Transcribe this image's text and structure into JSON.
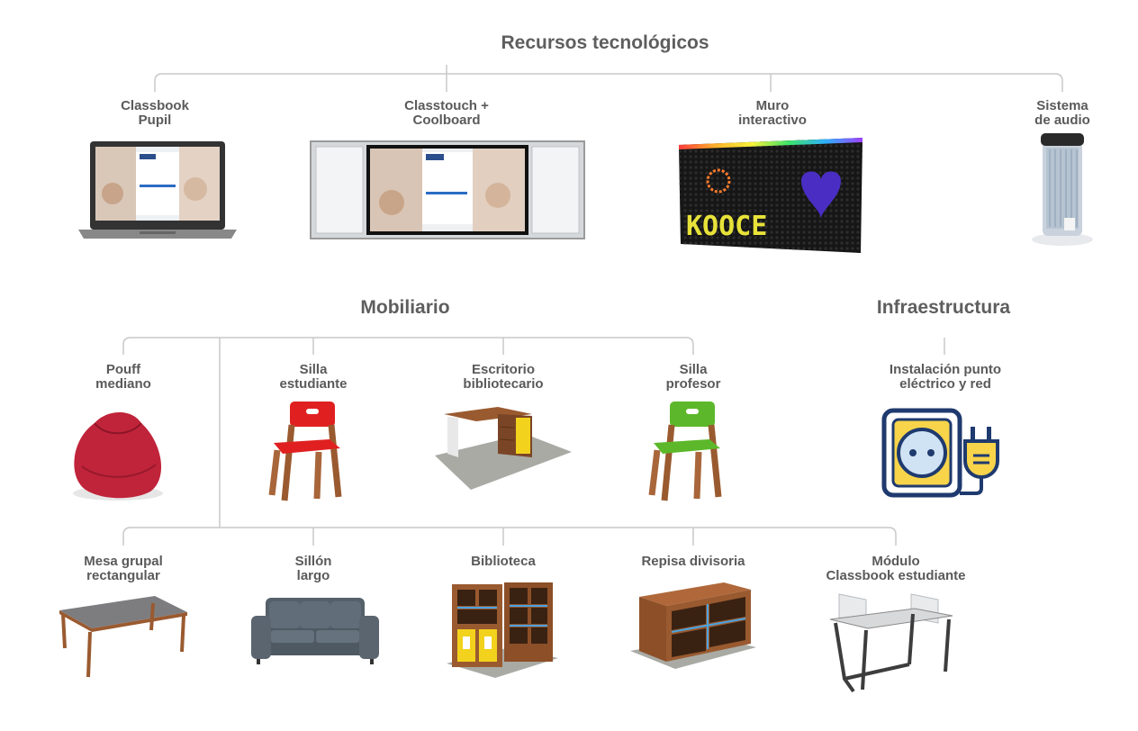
{
  "sections": {
    "tech": {
      "title": "Recursos tecnológicos"
    },
    "furniture": {
      "title": "Mobiliario"
    },
    "infra": {
      "title": "Infraestructura"
    }
  },
  "tech_items": [
    {
      "label": "Classbook\nPupil",
      "icon": "laptop-icon"
    },
    {
      "label": "Classtouch +\nCoolboard",
      "icon": "interactive-board-icon"
    },
    {
      "label": "Muro\ninteractivo",
      "icon": "led-wall-icon"
    },
    {
      "label": "Sistema\nde audio",
      "icon": "speaker-icon"
    }
  ],
  "led_wall_text": "KOOCE",
  "furniture_row1": [
    {
      "label": "Pouff\nmediano",
      "icon": "beanbag-icon"
    },
    {
      "label": "Silla\nestudiante",
      "icon": "student-chair-icon"
    },
    {
      "label": "Escritorio\nbibliotecario",
      "icon": "desk-icon"
    },
    {
      "label": "Silla\nprofesor",
      "icon": "teacher-chair-icon"
    }
  ],
  "furniture_row2": [
    {
      "label": "Mesa grupal\nrectangular",
      "icon": "group-table-icon"
    },
    {
      "label": "Sillón\nlargo",
      "icon": "sofa-icon"
    },
    {
      "label": "Biblioteca",
      "icon": "bookcase-icon"
    },
    {
      "label": "Repisa divisoria",
      "icon": "shelf-divider-icon"
    },
    {
      "label": "Módulo\nClassbook estudiante",
      "icon": "student-module-icon"
    }
  ],
  "infra_items": [
    {
      "label": "Instalación punto\neléctrico y red",
      "icon": "power-outlet-icon"
    }
  ],
  "colors": {
    "line": "#c8c8c8",
    "text": "#5a5a5a",
    "chair_student": "#e02020",
    "chair_teacher": "#5cb82a",
    "wood": "#9a5a30",
    "outlet_blue": "#1f3a6e",
    "outlet_yellow": "#f7d44a"
  }
}
